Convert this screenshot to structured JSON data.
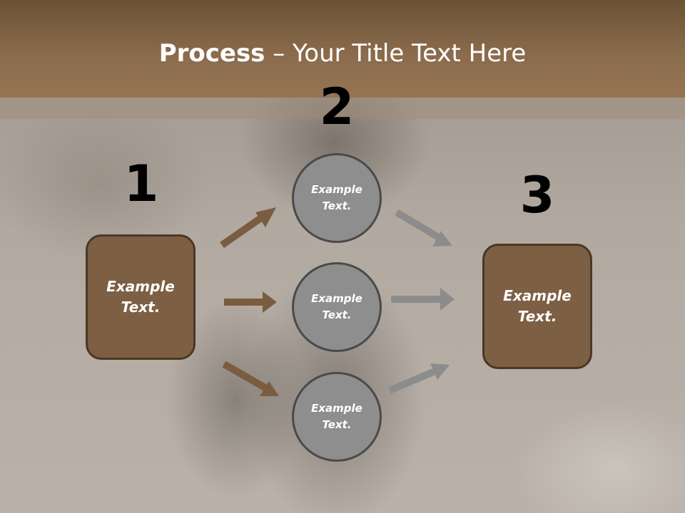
{
  "slide": {
    "title_bold": "Process",
    "title_rest": " – Your Title Text Here"
  },
  "steps": {
    "one": "1",
    "two": "2",
    "three": "3"
  },
  "nodes": {
    "left_box": [
      "Example",
      "Text."
    ],
    "circle_top": [
      "Example",
      "Text."
    ],
    "circle_middle": [
      "Example",
      "Text."
    ],
    "circle_bottom": [
      "Example",
      "Text."
    ],
    "right_box": [
      "Example",
      "Text."
    ]
  },
  "colors": {
    "header": "#8a6b4c",
    "box_fill": "#7d5f43",
    "circle_fill": "#8e8e8e",
    "arrow_brown": "#7a5c40",
    "arrow_gray": "#8c8c8c"
  }
}
